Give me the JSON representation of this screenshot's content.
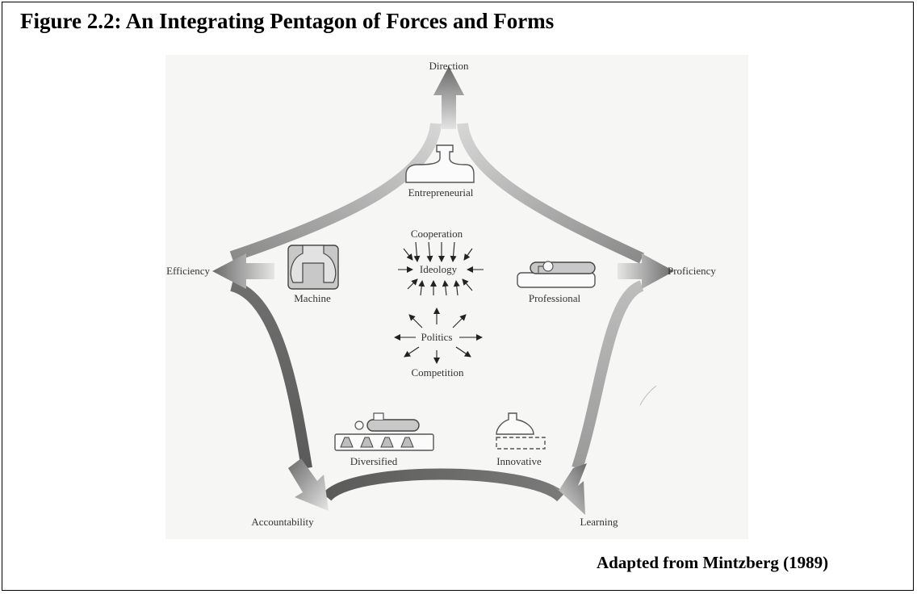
{
  "figure": {
    "title": "Figure 2.2: An Integrating Pentagon of Forces and Forms",
    "credit": "Adapted from Mintzberg (1989)"
  },
  "forces": {
    "direction": "Direction",
    "efficiency": "Efficiency",
    "proficiency": "Proficiency",
    "accountability": "Accountability",
    "learning": "Learning"
  },
  "forms": {
    "entrepreneurial": "Entrepreneurial",
    "machine": "Machine",
    "professional": "Professional",
    "diversified": "Diversified",
    "innovative": "Innovative"
  },
  "center": {
    "cooperation": "Cooperation",
    "ideology": "Ideology",
    "politics": "Politics",
    "competition": "Competition"
  },
  "colors": {
    "stem_dark": "#6d6d6d",
    "stem_light": "#d8d8d8",
    "form_fill": "#c8c8c8",
    "form_stroke": "#444444"
  }
}
